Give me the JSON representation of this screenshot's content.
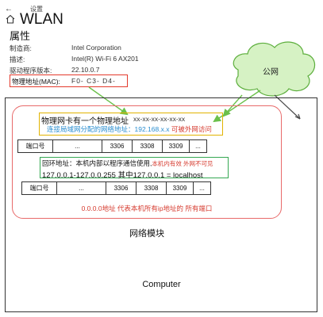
{
  "header": {
    "back_icon": "arrow-left-icon",
    "breadcrumb": "设置",
    "home_icon": "home-icon",
    "title": "WLAN",
    "section": "属性"
  },
  "properties": [
    {
      "label": "制造商:",
      "value": "Intel Corporation"
    },
    {
      "label": "描述:",
      "value": "Intel(R) Wi-Fi 6 AX201"
    },
    {
      "label": "驱动程序版本:",
      "value": "22.10.0.7"
    }
  ],
  "mac": {
    "label": "物理地址(MAC):",
    "value": "F0-    C3-    D4-"
  },
  "cloud": {
    "label": "公网"
  },
  "diagram": {
    "physical_title": "物理网卡有一个物理地址",
    "physical_mac": "xx-xx-xx-xx-xx-xx",
    "lan_text": "连接局域网分配的网络地址：192.168.x.x",
    "lan_note": "可被外网访问",
    "ports_row1": [
      "端口号",
      "...",
      "3306",
      "3308",
      "3309",
      "..."
    ],
    "loopback_text": "回环地址：本机内部以程序通信使用,",
    "loopback_note": "本机内有效 外网不可见",
    "loopback_range": "127.0.0.1-127.0.0.255   其中127.0.0.1 = localhost",
    "ports_row2": [
      "端口号",
      "...",
      "3306",
      "3308",
      "3309",
      "..."
    ],
    "zero_text": "0.0.0.0地址 代表本机所有ip地址的 所有端口",
    "module_label": "网络模块",
    "computer_label": "Computer"
  },
  "colors": {
    "mac_box": "#e33a2c",
    "physical_box": "#e1b300",
    "loopback_box": "#35a852",
    "module_border": "#e86a6a",
    "cloud_fill": "#d6f2c4",
    "cloud_stroke": "#5cae3c",
    "arrow": "#6bc04b",
    "lan_text": "#2a8ed0",
    "red_text": "#d63b2f"
  }
}
